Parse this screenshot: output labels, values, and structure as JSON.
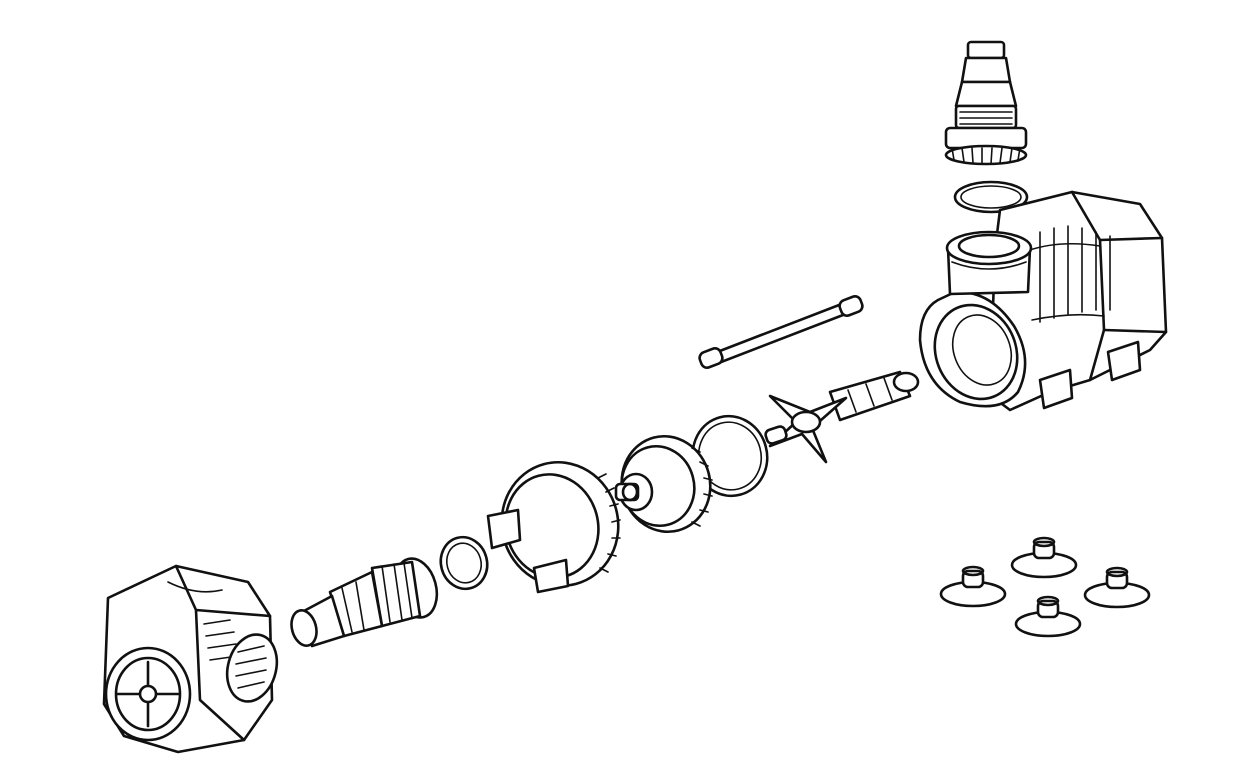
{
  "diagram": {
    "type": "exploded-view",
    "colors": {
      "line": "#111111",
      "background": "#ffffff"
    },
    "parts": [
      {
        "id": "inlet-strainer-cover",
        "icon": "strainer-cover-icon"
      },
      {
        "id": "inlet-hose-barb",
        "icon": "hose-barb-icon"
      },
      {
        "id": "inlet-o-ring",
        "icon": "o-ring-icon"
      },
      {
        "id": "locking-ring",
        "icon": "locking-ring-icon"
      },
      {
        "id": "volute-cover",
        "icon": "volute-cover-icon"
      },
      {
        "id": "volute-o-ring",
        "icon": "o-ring-icon"
      },
      {
        "id": "ceramic-shaft",
        "icon": "shaft-icon"
      },
      {
        "id": "impeller-rotor",
        "icon": "impeller-icon"
      },
      {
        "id": "pump-motor-housing",
        "icon": "motor-housing-icon"
      },
      {
        "id": "outlet-o-ring",
        "icon": "o-ring-icon"
      },
      {
        "id": "outlet-hose-barb",
        "icon": "hose-barb-icon"
      },
      {
        "id": "suction-cup-feet",
        "icon": "suction-cup-icon",
        "count": 4
      }
    ]
  }
}
